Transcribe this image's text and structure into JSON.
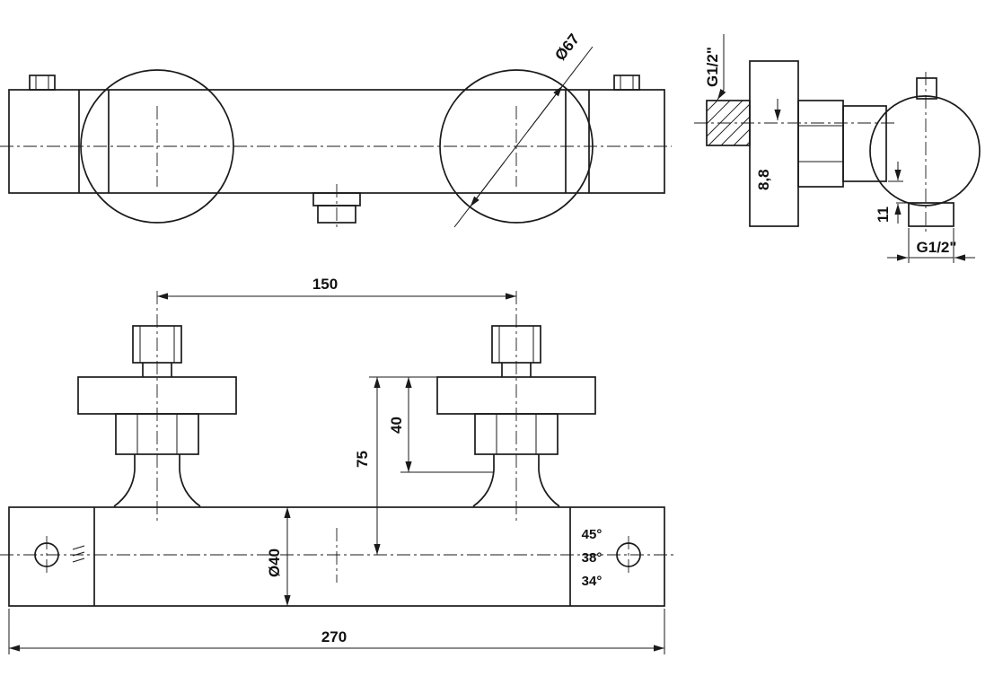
{
  "front_view": {
    "dia_label": "Ø67"
  },
  "side_view": {
    "top_thread_label": "G1/2\"",
    "depth_label": "8,8",
    "offset_label": "11",
    "bottom_thread_label": "G1/2\""
  },
  "plan_view": {
    "center_distance_label": "150",
    "nut_height_label": "40",
    "axis_height_label": "75",
    "body_dia_label": "Ø40",
    "overall_width_label": "270",
    "angle_labels": [
      "45°",
      "38°",
      "34°"
    ]
  }
}
